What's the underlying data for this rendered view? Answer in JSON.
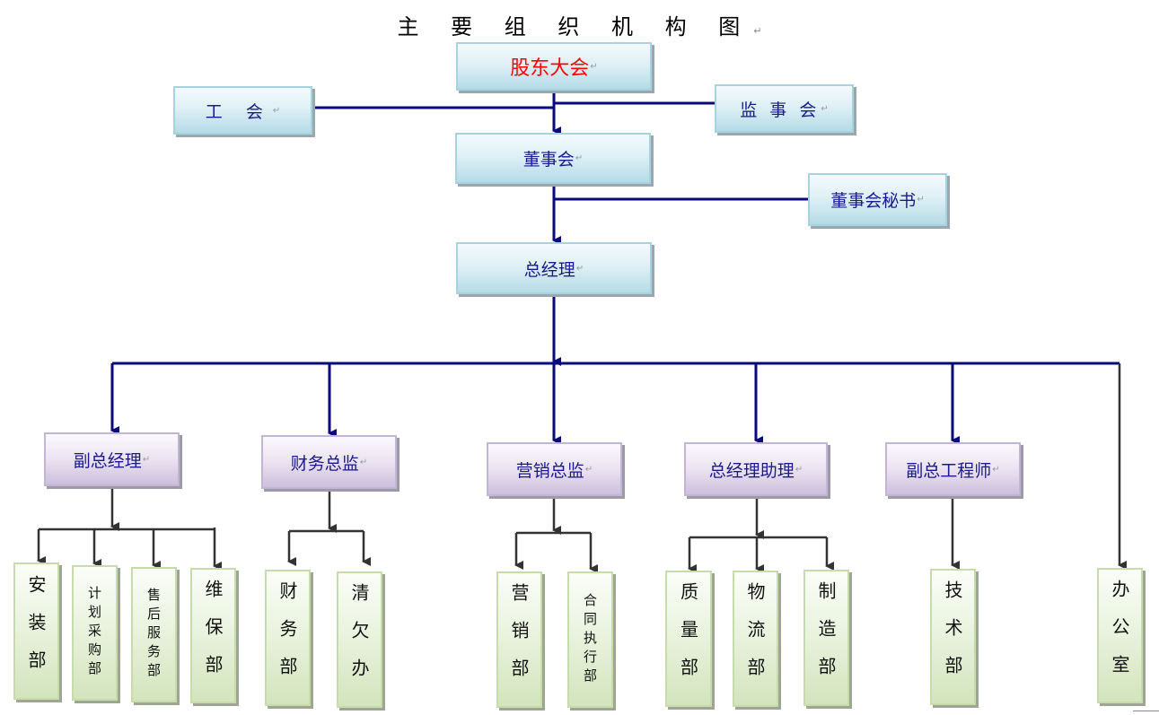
{
  "title": "主 要 组 织 机 构 图",
  "colors": {
    "top_line": "#0a0a7a",
    "leaf_line": "#333333",
    "top_text": "#1a1a8c",
    "shareholder_text": "#ff0000"
  },
  "top": {
    "shareholders": "股东大会",
    "union": "工 会",
    "supervisory": "监 事 会",
    "board": "董事会",
    "board_secretary": "董事会秘书",
    "gm": "总经理"
  },
  "managers": [
    {
      "label": "副总经理",
      "depts": [
        "安装部",
        "计划采购部",
        "售后服务部",
        "维保部"
      ]
    },
    {
      "label": "财务总监",
      "depts": [
        "财务部",
        "清欠办"
      ]
    },
    {
      "label": "营销总监",
      "depts": [
        "营销部",
        "合同执行部"
      ]
    },
    {
      "label": "总经理助理",
      "depts": [
        "质量部",
        "物流部",
        "制造部"
      ]
    },
    {
      "label": "副总工程师",
      "depts": [
        "技术部"
      ]
    }
  ],
  "direct_dept": "办公室",
  "paragraph_mark": "↵"
}
